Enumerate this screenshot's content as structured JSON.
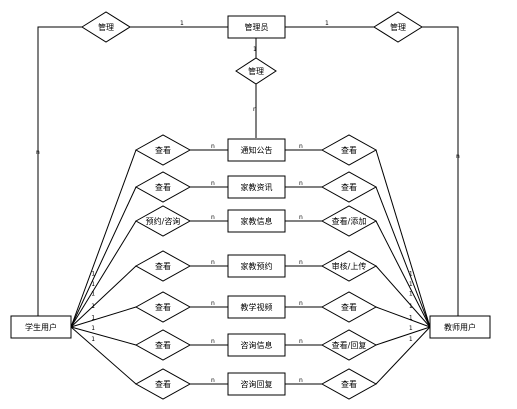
{
  "entities": {
    "admin": "管理员",
    "student": "学生用户",
    "teacher": "教师用户"
  },
  "topRelations": {
    "left": "管理",
    "right": "管理",
    "center": "管理"
  },
  "topCardinalities": {
    "leftToAdmin": "1",
    "rightToAdmin": "1",
    "adminToCenter": "1",
    "centerToNotice": "n",
    "studentSide": "n",
    "teacherSide": "n"
  },
  "rows": [
    {
      "entity": "通知公告",
      "left": "查看",
      "right": "查看",
      "cl": "n",
      "cr": "n",
      "cs": "1",
      "ct": "1"
    },
    {
      "entity": "家教资讯",
      "left": "查看",
      "right": "查看",
      "cl": "n",
      "cr": "n",
      "cs": "1",
      "ct": "1"
    },
    {
      "entity": "家教信息",
      "left": "预约/咨询",
      "right": "查看/添加",
      "cl": "n",
      "cr": "n",
      "cs": "1",
      "ct": "1"
    },
    {
      "entity": "家教预约",
      "left": "查看",
      "right": "审核/上传",
      "cl": "n",
      "cr": "n",
      "cs": "1",
      "ct": "1"
    },
    {
      "entity": "教学视频",
      "left": "查看",
      "right": "查看",
      "cl": "n",
      "cr": "n",
      "cs": "1",
      "ct": "1"
    },
    {
      "entity": "咨询信息",
      "left": "查看",
      "right": "查看/回复",
      "cl": "n",
      "cr": "n",
      "cs": "1",
      "ct": "1"
    },
    {
      "entity": "咨询回复",
      "left": "查看",
      "right": "查看",
      "cl": "n",
      "cr": "n",
      "cs": "1",
      "ct": "1"
    }
  ]
}
